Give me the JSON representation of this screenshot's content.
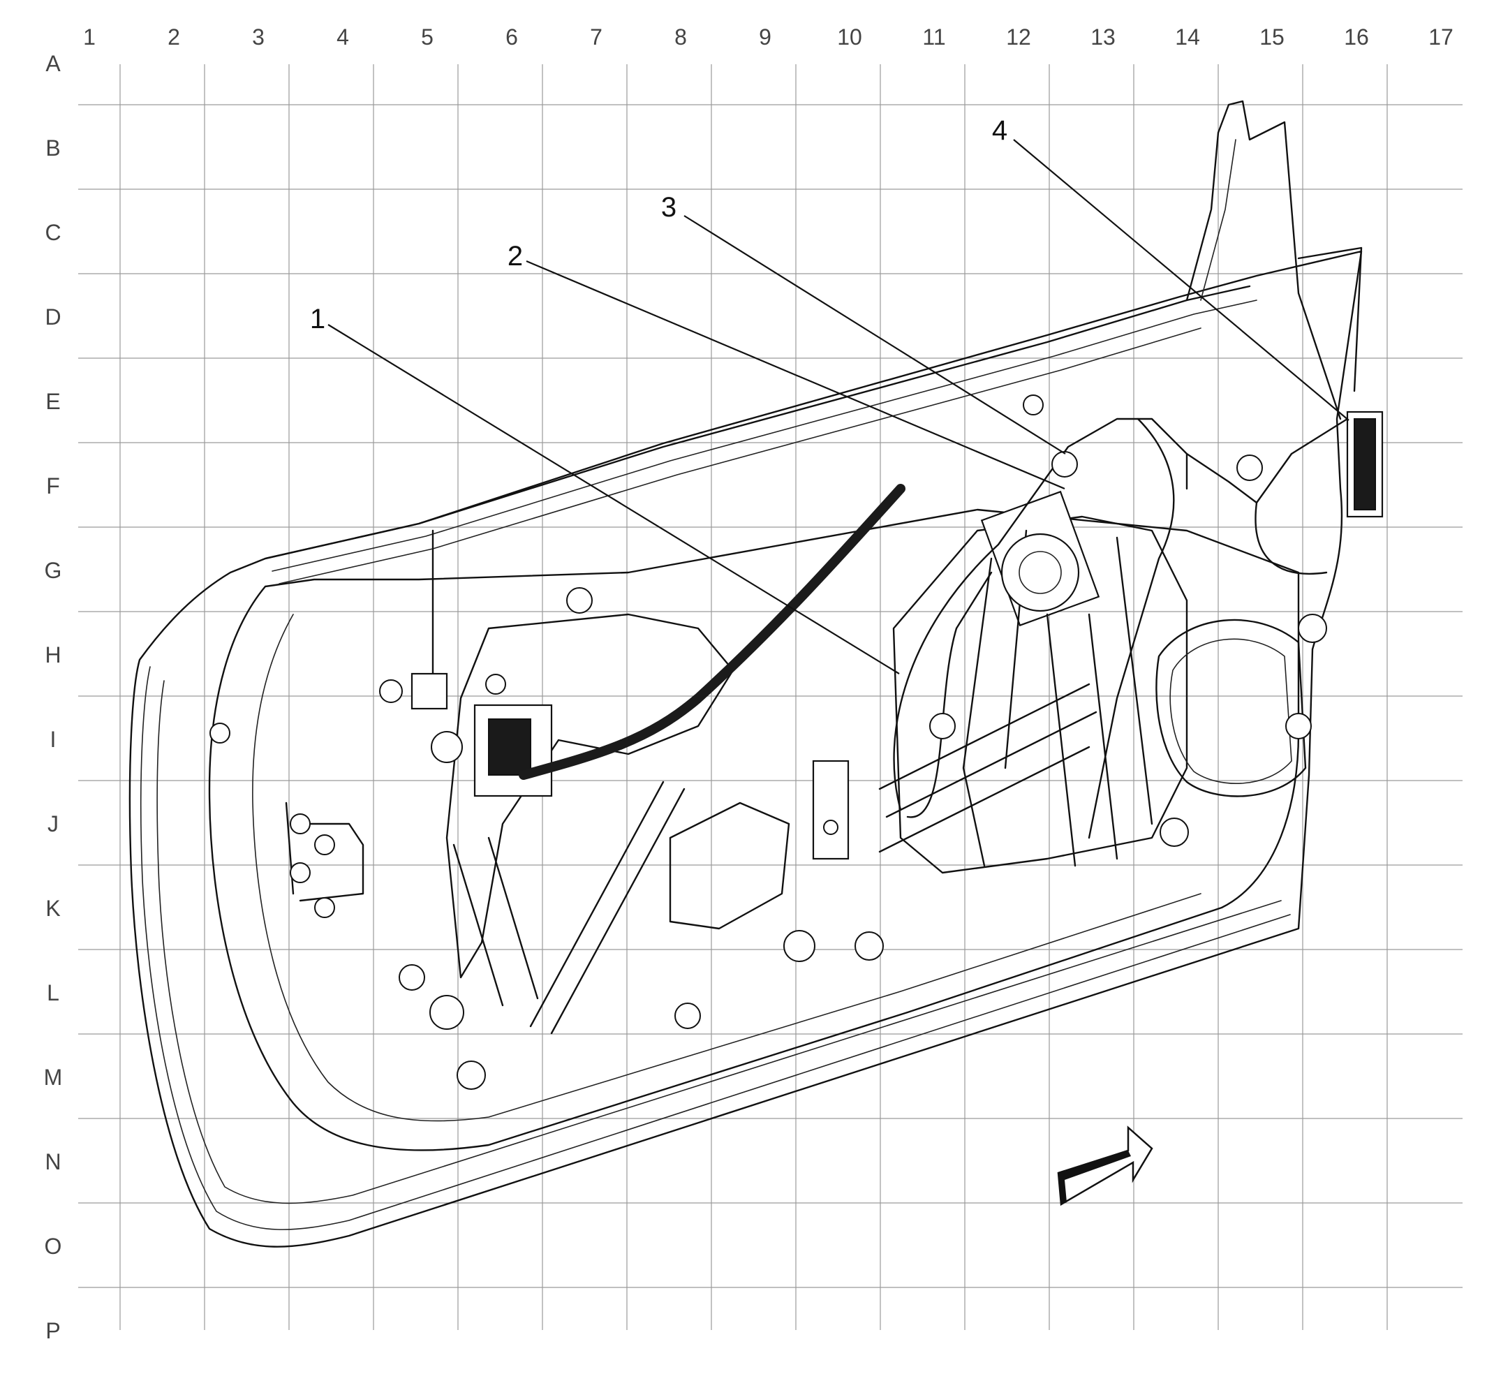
{
  "grid": {
    "columns": [
      "1",
      "2",
      "3",
      "4",
      "5",
      "6",
      "7",
      "8",
      "9",
      "10",
      "11",
      "12",
      "13",
      "14",
      "15",
      "16",
      "17"
    ],
    "rows": [
      "A",
      "B",
      "C",
      "D",
      "E",
      "F",
      "G",
      "H",
      "I",
      "J",
      "K",
      "L",
      "M",
      "N",
      "O",
      "P"
    ]
  },
  "callouts": [
    {
      "id": "1",
      "label": "1"
    },
    {
      "id": "2",
      "label": "2"
    },
    {
      "id": "3",
      "label": "3"
    },
    {
      "id": "4",
      "label": "4"
    }
  ],
  "icons": {
    "direction": "forward-arrow-icon"
  }
}
